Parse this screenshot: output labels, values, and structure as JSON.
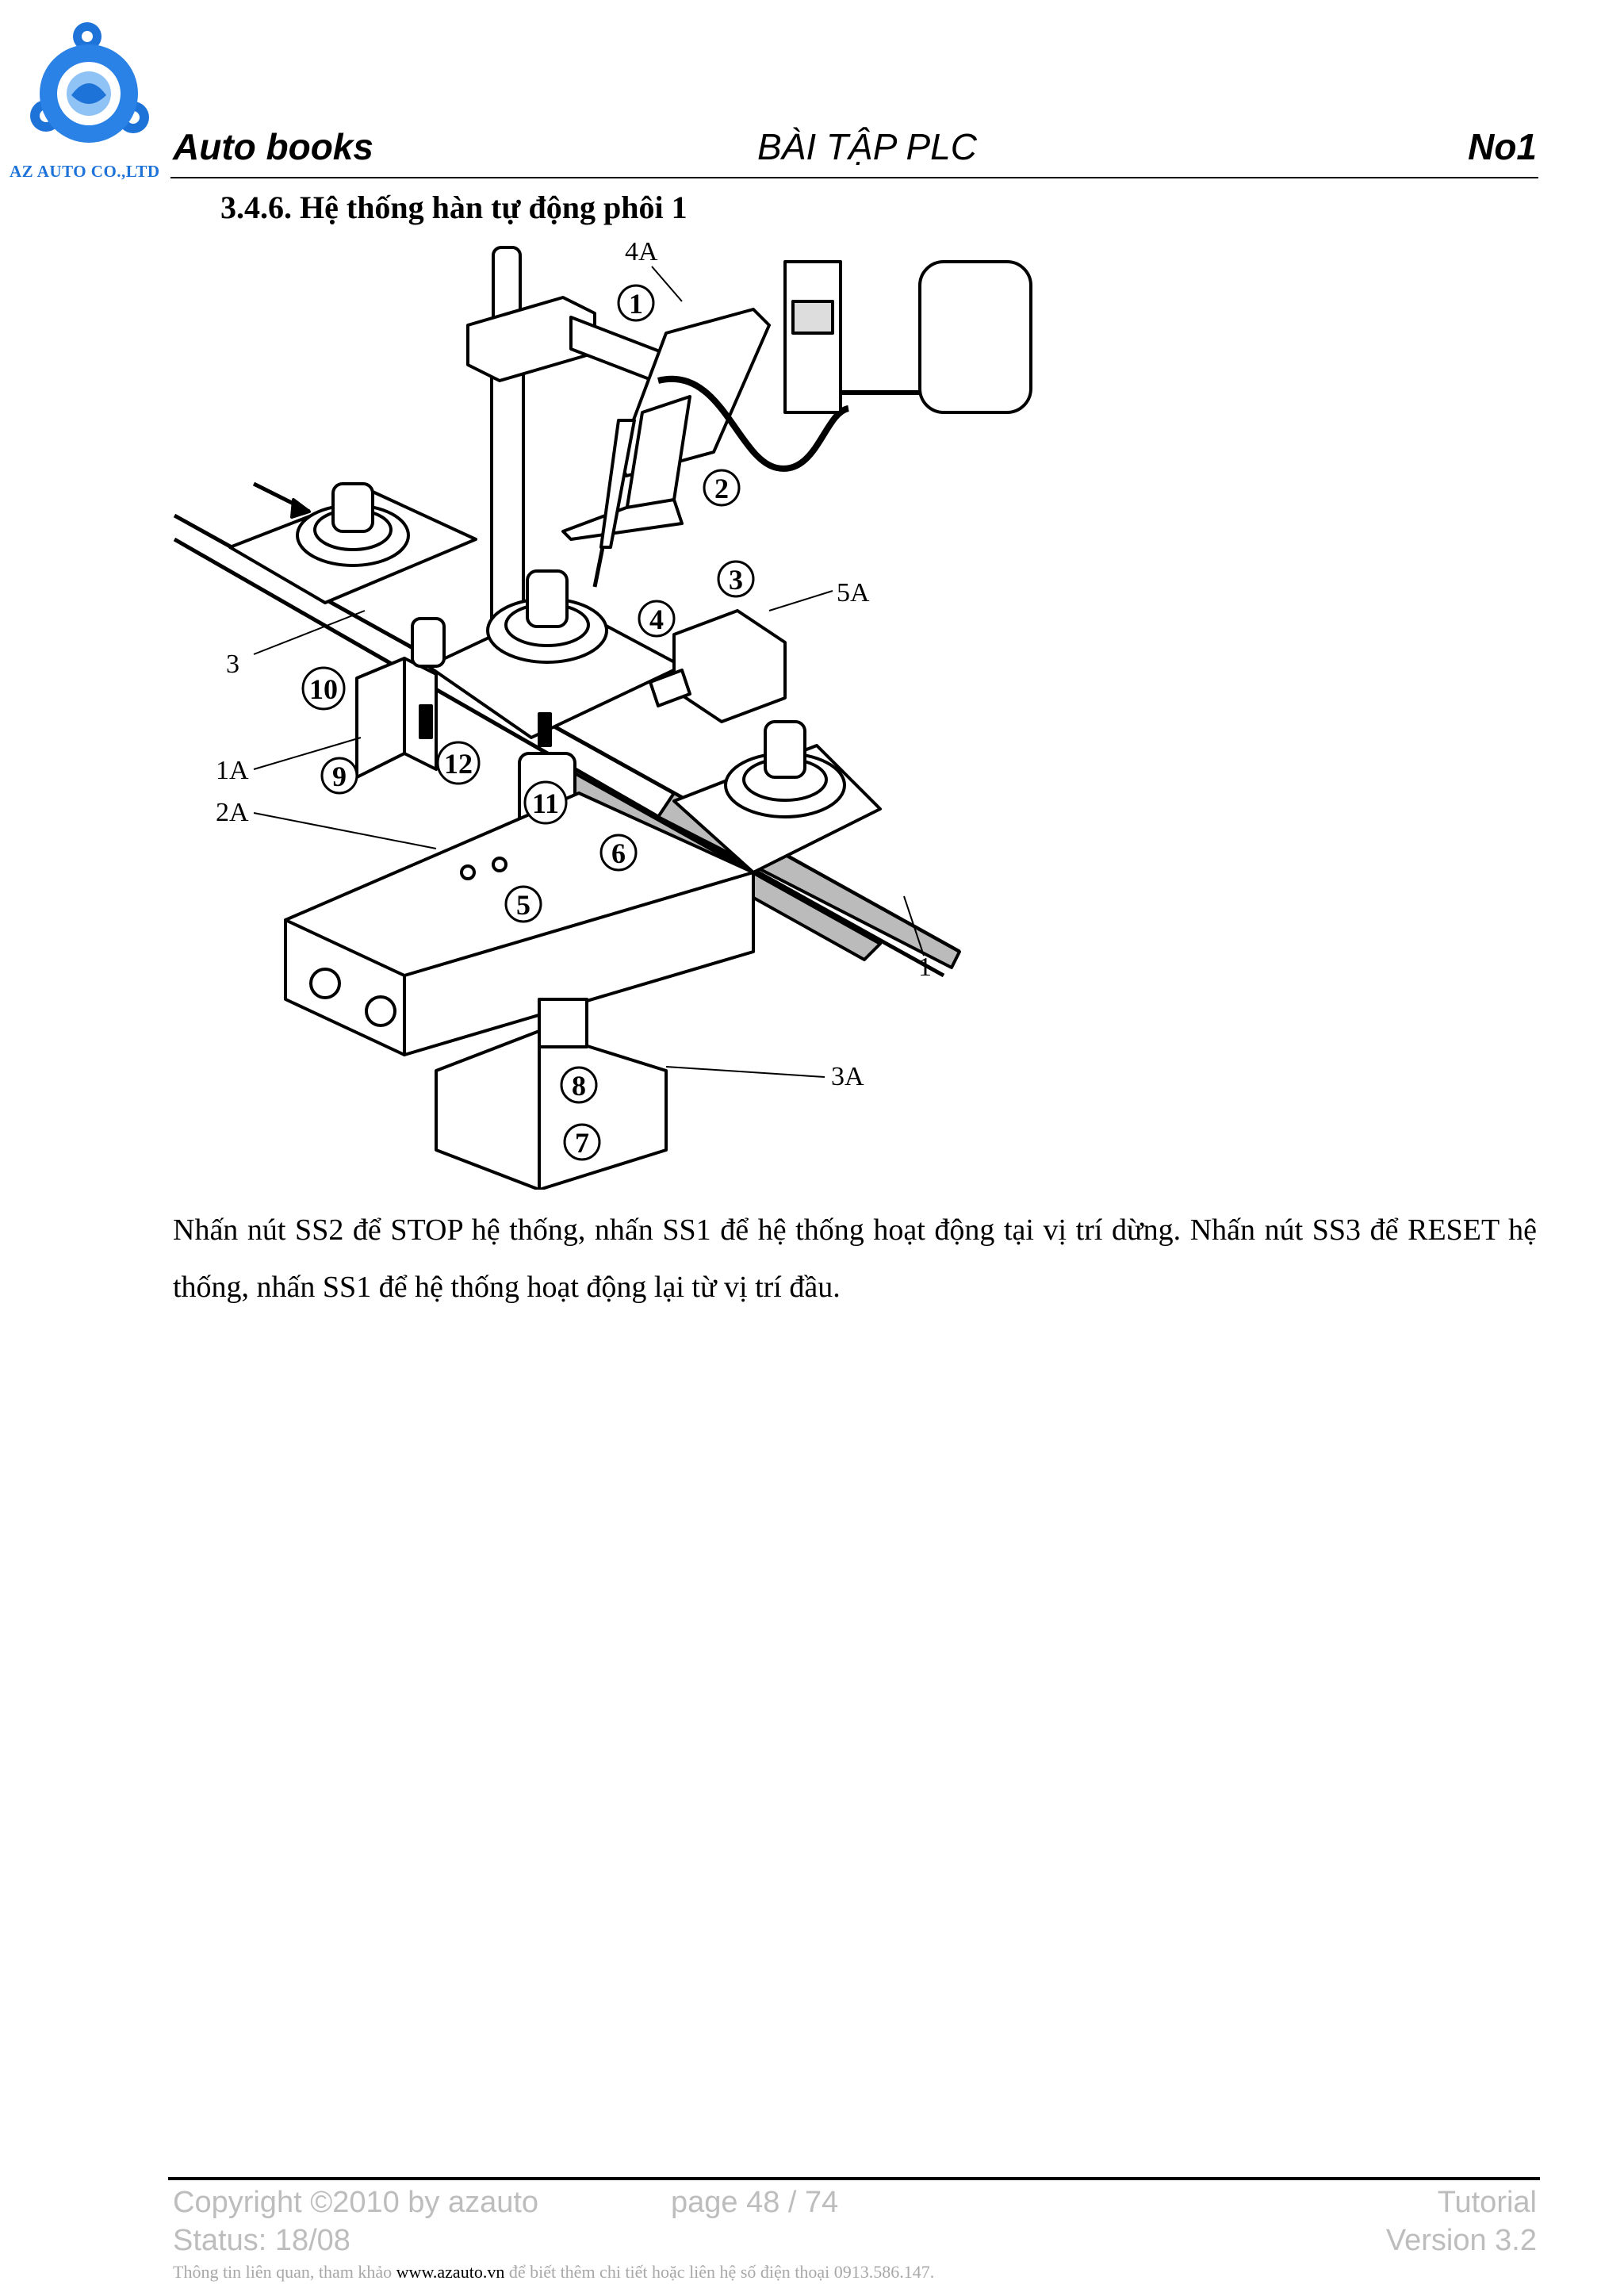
{
  "header": {
    "logo_text": "AZ AUTO CO.,LTD",
    "left": "Auto books",
    "center": "BÀI TẬP PLC",
    "right": "No1"
  },
  "section": {
    "title": "3.4.6.  Hệ thống hàn tự động phôi 1"
  },
  "figure": {
    "labels": [
      "4A",
      "5A",
      "3",
      "1A",
      "2A",
      "1",
      "3A"
    ],
    "markers": [
      "1",
      "2",
      "3",
      "4",
      "5",
      "6",
      "7",
      "8",
      "9",
      "10",
      "11",
      "12"
    ]
  },
  "body": {
    "paragraph": "Nhấn nút SS2 để STOP hệ thống, nhấn SS1 để hệ thống hoạt động tại vị trí dừng. Nhấn nút SS3 để RESET hệ thống, nhấn SS1 để hệ thống hoạt động lại từ vị trí đầu."
  },
  "footer": {
    "copyright": "Copyright ©2010 by azauto",
    "status": "Status: 18/08",
    "page": "page 48 / 74",
    "tutorial": "Tutorial",
    "version": "Version 3.2",
    "note_before": "Thông tin liên quan, tham khảo ",
    "note_site": "www.azauto.vn",
    "note_after": " để biết thêm chi tiết hoặc liên hệ số điện thoại 0913.586.147."
  },
  "colors": {
    "logo_blue": "#1e73d8",
    "footer_gray": "#bdbdbd"
  }
}
